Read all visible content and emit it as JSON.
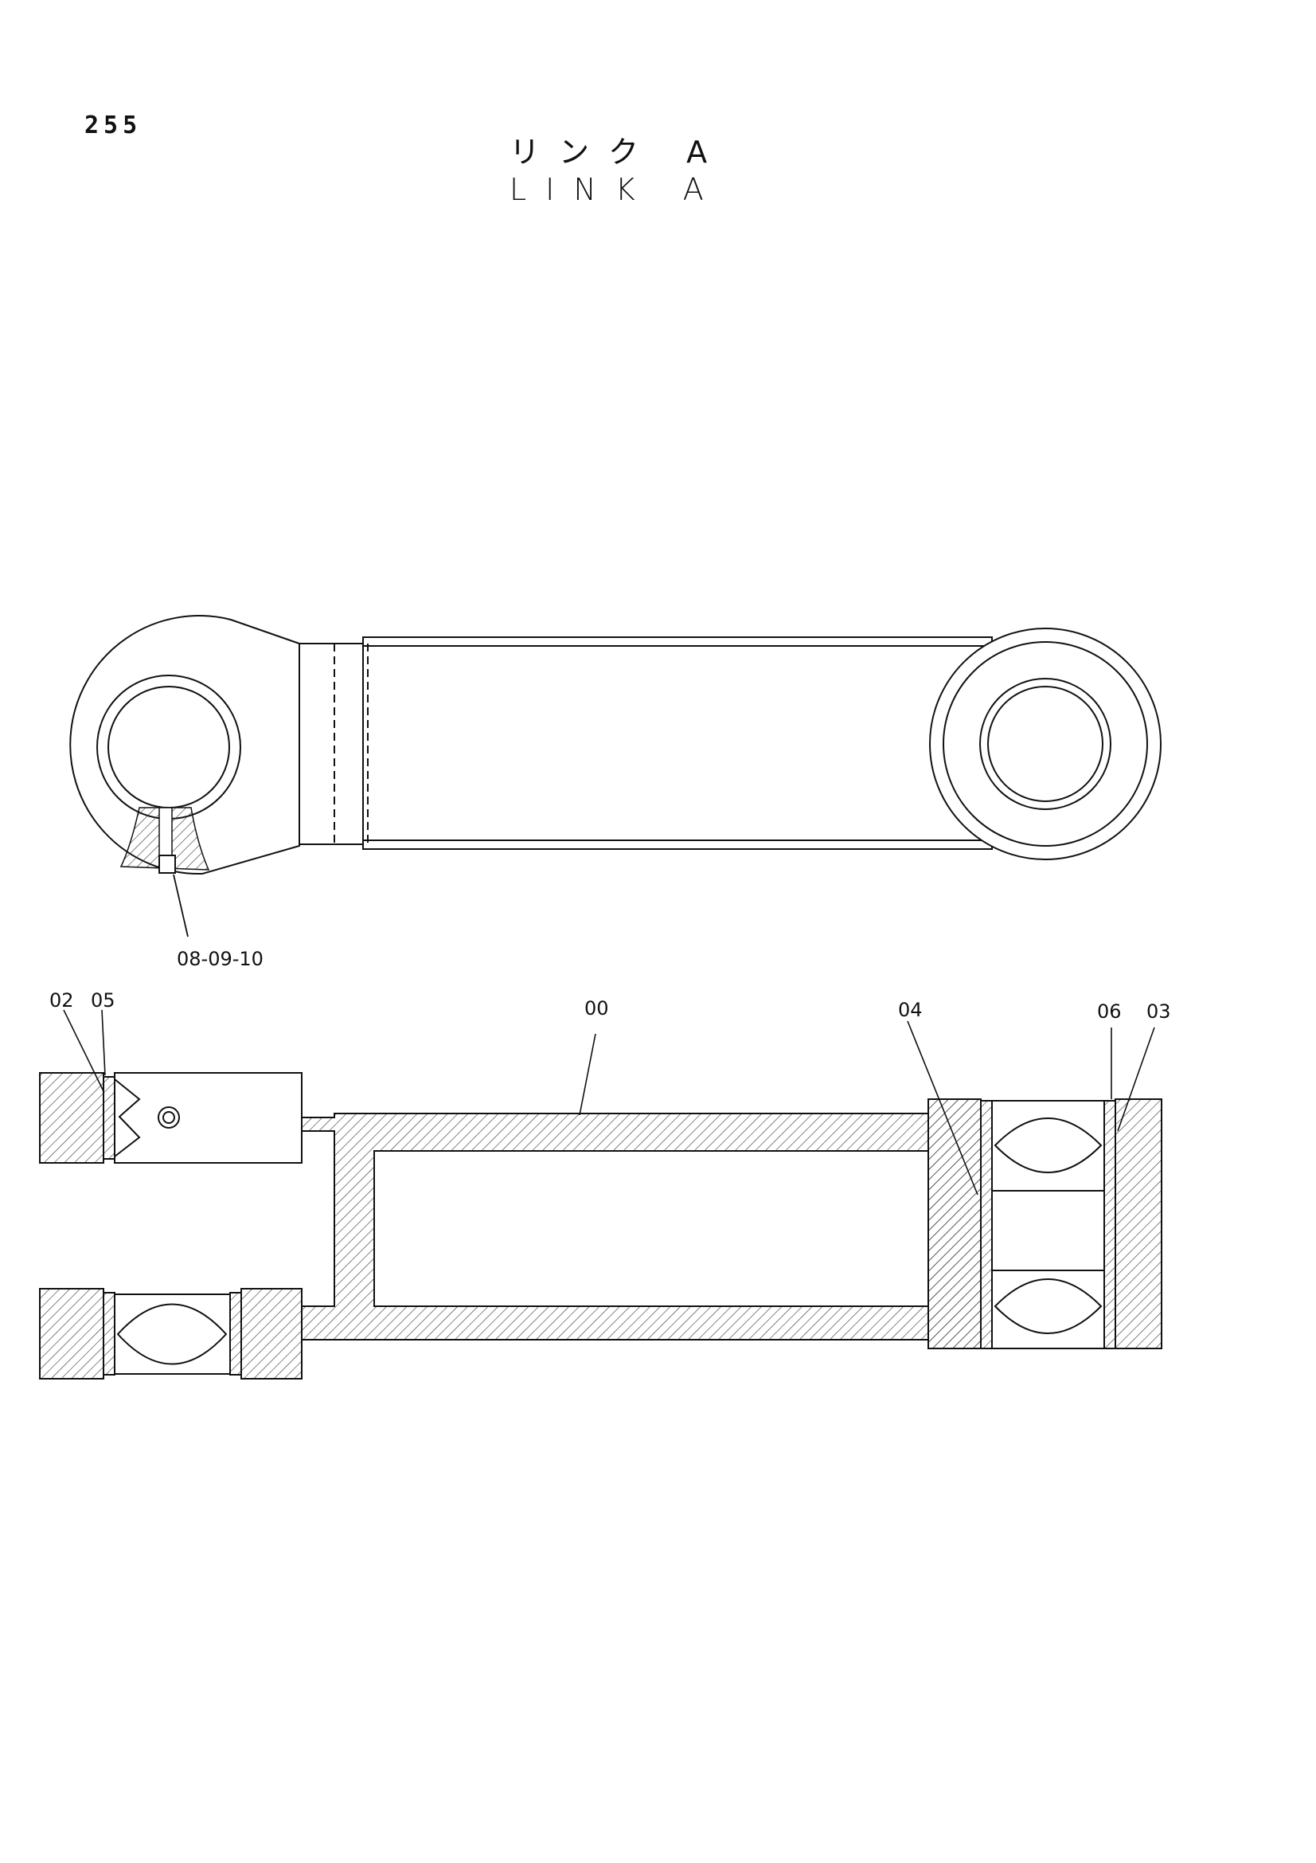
{
  "page": {
    "number": "255"
  },
  "title": {
    "japanese": "リンク A",
    "english": "LINK A"
  },
  "callouts": {
    "top_view": {
      "grease_fitting": "08-09-10"
    },
    "section_view": {
      "c02": "02",
      "c05": "05",
      "c00": "00",
      "c04": "04",
      "c06": "06",
      "c03": "03"
    }
  }
}
